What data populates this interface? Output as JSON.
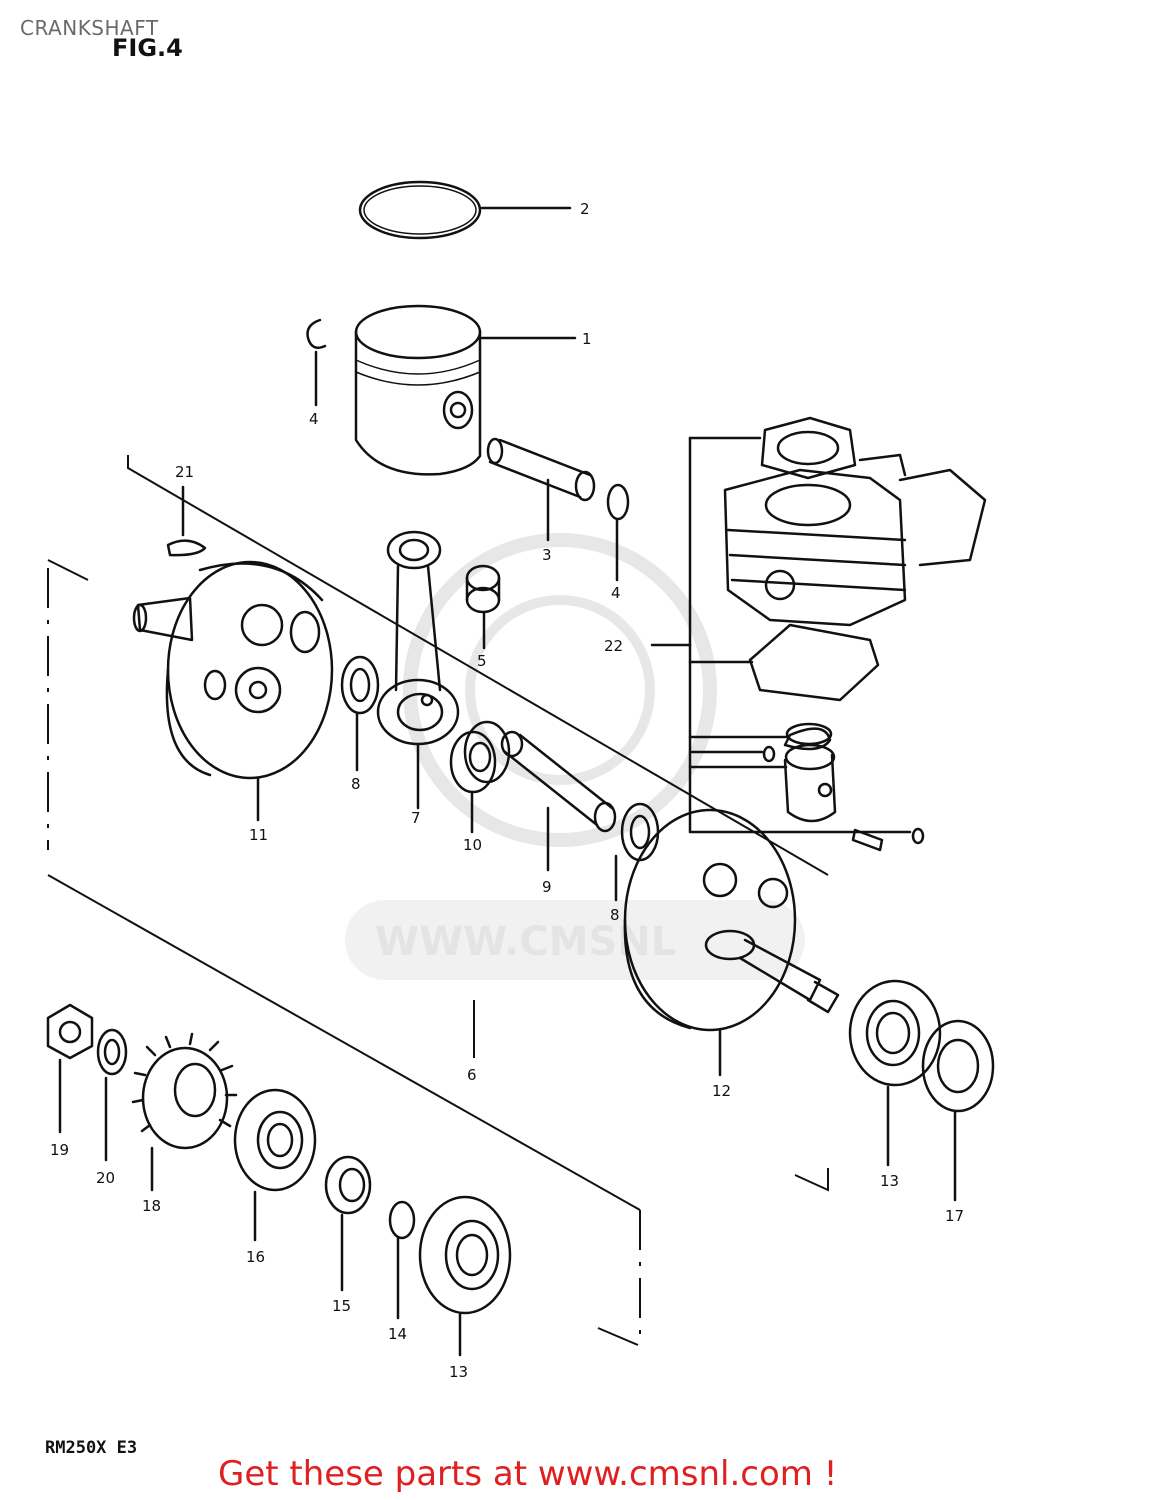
{
  "header": {
    "title": "CRANKSHAFT",
    "figure": "FIG.4"
  },
  "footer": {
    "model_code": "RM250X  E3",
    "promo": "Get these parts at www.cmsnl.com !"
  },
  "watermark": {
    "text": "WWW.CMSNL"
  },
  "callouts": [
    "1",
    "2",
    "3",
    "4",
    "4",
    "5",
    "6",
    "7",
    "8",
    "8",
    "9",
    "10",
    "11",
    "12",
    "13",
    "13",
    "14",
    "15",
    "16",
    "17",
    "18",
    "19",
    "20",
    "21",
    "22"
  ],
  "colors": {
    "promo": "#e02020",
    "title": "#6a6a6a",
    "line": "#111111",
    "watermark": "#d4d4d4"
  }
}
